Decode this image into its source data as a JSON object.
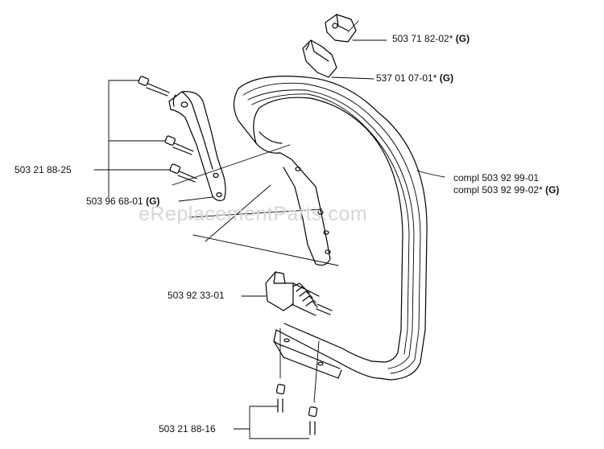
{
  "watermark": "eReplacementParts.com",
  "parts": [
    {
      "id": "p1",
      "number": "503 71 82-02*",
      "suffix": "(G)"
    },
    {
      "id": "p2",
      "number": "537 01 07-01*",
      "suffix": "(G)"
    },
    {
      "id": "p3",
      "number": "503 21 88-25",
      "suffix": ""
    },
    {
      "id": "p4",
      "number": "503 96 68-01",
      "suffix": "(G)"
    },
    {
      "id": "p5",
      "number": "compl 503 92 99-01",
      "suffix": ""
    },
    {
      "id": "p6",
      "number": "compl 503 92 99-02*",
      "suffix": "(G)"
    },
    {
      "id": "p7",
      "number": "503 92 33-01",
      "suffix": ""
    },
    {
      "id": "p8",
      "number": "503 21 88-16",
      "suffix": ""
    }
  ]
}
